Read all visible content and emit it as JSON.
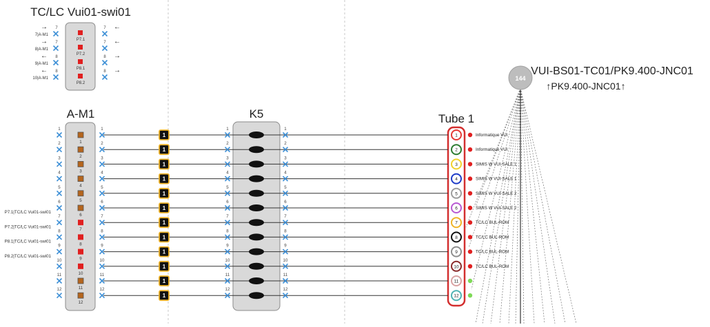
{
  "switch_panel": {
    "title": "TC/LC Vui01-swi01",
    "rows": [
      {
        "left_arrow": "→",
        "left_label": "7|A-M1",
        "left_num": "7",
        "port": "P7.1",
        "right_num": "7",
        "right_arrow": "←"
      },
      {
        "left_arrow": "→",
        "left_label": "8|A-M1",
        "left_num": "7",
        "port": "P7.2",
        "right_num": "7",
        "right_arrow": "←"
      },
      {
        "left_arrow": "←",
        "left_label": "9|A-M1",
        "left_num": "8",
        "port": "P8.1",
        "right_num": "8",
        "right_arrow": "→"
      },
      {
        "left_arrow": "←",
        "left_label": "10|A-M1",
        "left_num": "8",
        "port": "P8.2",
        "right_num": "8",
        "right_arrow": "→"
      }
    ]
  },
  "am1_panel": {
    "title": "A-M1",
    "left_labels": [
      "",
      "",
      "",
      "",
      "",
      "",
      "P7.1|TC/LC Vui01-swi01",
      "P7.2|TC/LC Vui01-swi01",
      "P8.1|TC/LC Vui01-swi01",
      "P8.2|TC/LC Vui01-swi01",
      "",
      ""
    ],
    "ports": [
      {
        "num": "1",
        "kind": "brown"
      },
      {
        "num": "2",
        "kind": "brown"
      },
      {
        "num": "3",
        "kind": "brown"
      },
      {
        "num": "4",
        "kind": "brown"
      },
      {
        "num": "5",
        "kind": "brown"
      },
      {
        "num": "6",
        "kind": "brown"
      },
      {
        "num": "7",
        "kind": "red"
      },
      {
        "num": "8",
        "kind": "red"
      },
      {
        "num": "9",
        "kind": "red"
      },
      {
        "num": "10",
        "kind": "red"
      },
      {
        "num": "11",
        "kind": "brown"
      },
      {
        "num": "12",
        "kind": "brown"
      }
    ]
  },
  "cassette": {
    "badges": [
      "1",
      "1",
      "1",
      "1",
      "1",
      "1",
      "1",
      "1",
      "1",
      "1",
      "1",
      "1"
    ]
  },
  "k5_panel": {
    "title": "K5",
    "nums": [
      "1",
      "2",
      "3",
      "4",
      "5",
      "6",
      "7",
      "8",
      "9",
      "10",
      "11",
      "12"
    ]
  },
  "tube": {
    "title": "Tube 1",
    "fibers": [
      {
        "num": "1",
        "ring": "#e53935",
        "fill": "#ffffff",
        "status": "red",
        "label": "Informatique VUI"
      },
      {
        "num": "2",
        "ring": "#2e7d32",
        "fill": "#ffffff",
        "status": "red",
        "label": "Informatique VUI"
      },
      {
        "num": "3",
        "ring": "#f2d22e",
        "fill": "#ffffff",
        "status": "red",
        "label": "SIMIS W VUI-SALE 1"
      },
      {
        "num": "4",
        "ring": "#1e3cc8",
        "fill": "#ffffff",
        "status": "red",
        "label": "SIMIS W VUI-SALE 1"
      },
      {
        "num": "5",
        "ring": "#9e9e9e",
        "fill": "#ffffff",
        "status": "red",
        "label": "SIMIS W VUI-SALE 2"
      },
      {
        "num": "6",
        "ring": "#b85ad3",
        "fill": "#ffffff",
        "status": "red",
        "label": "SIMIS W VUI-SALE 2"
      },
      {
        "num": "7",
        "ring": "#f0b429",
        "fill": "#ffffff",
        "status": "red",
        "label": "TC/LC BUL-ROM"
      },
      {
        "num": "8",
        "ring": "#111111",
        "fill": "#ffffff",
        "status": "red",
        "label": "TC/LC BUL-ROM"
      },
      {
        "num": "9",
        "ring": "#8e8e8e",
        "fill": "#ffffff",
        "status": "red",
        "label": "TC/LC BUL-ROM"
      },
      {
        "num": "10",
        "ring": "#8b2c2c",
        "fill": "#ffffff",
        "status": "red",
        "label": "TC/LC BUL-ROM"
      },
      {
        "num": "11",
        "ring": "#d9a3a3",
        "fill": "#ffffff",
        "status": "green",
        "label": ""
      },
      {
        "num": "12",
        "ring": "#4fb3b3",
        "fill": "#ffffff",
        "status": "green",
        "label": ""
      }
    ]
  },
  "cable": {
    "count": "144",
    "title": "VUI-BS01-TC01/PK9.400-JNC01",
    "subtitle": "↑PK9.400-JNC01↑"
  },
  "colors": {
    "panel_fill": "#d9d9d9",
    "panel_stroke": "#8a8a8a",
    "x_marker": "#3d8fd6",
    "port_red": "#e02020",
    "port_brown": "#b5651d",
    "status_red": "#e02020",
    "status_green": "#7ed957",
    "badge_border": "#f0b429",
    "tube_border": "#d32f2f"
  }
}
